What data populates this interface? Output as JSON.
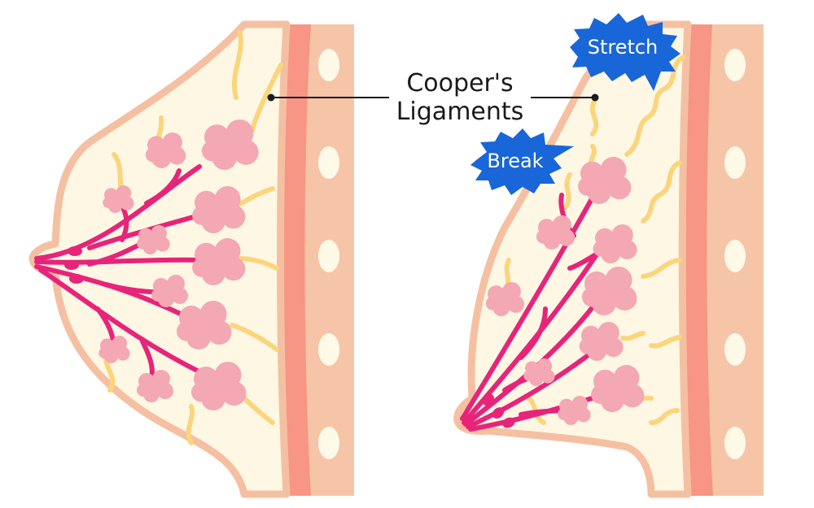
{
  "labels": {
    "ligaments_line1": "Cooper's",
    "ligaments_line2": "Ligaments",
    "stretch": "Stretch",
    "break": "Break"
  },
  "colors": {
    "skin": "#f5c3a4",
    "skin_outline": "#f2b89a",
    "tissue": "#fdf7e4",
    "muscle": "#f79685",
    "ligament": "#fbd57c",
    "duct": "#e7247a",
    "lobule": "#f3a8b4",
    "badge": "#1866d8"
  },
  "icons": {
    "stretch_badge": "spiky-burst-badge",
    "break_badge": "spiky-burst-badge"
  }
}
